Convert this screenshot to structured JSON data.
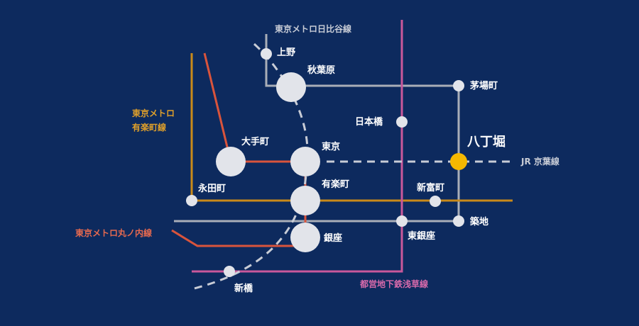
{
  "colors": {
    "background": "#0d2a5e",
    "hibiya": "#a9aeb8",
    "yurakucho": "#c98a19",
    "marunouchi": "#d9543c",
    "asakusa": "#c9589b",
    "jr": "#c8ccd6",
    "station": "#e2e4ea",
    "highlight": "#f5b800"
  },
  "lines": {
    "hibiya": "東京メトロ日比谷線",
    "yurakucho_1": "東京メトロ",
    "yurakucho_2": "有楽町線",
    "marunouchi": "東京メトロ丸ノ内線",
    "asakusa": "都営地下鉄浅草線",
    "keiyo": "JR 京葉線"
  },
  "stations": {
    "ueno": "上野",
    "akihabara": "秋葉原",
    "kayabacho": "茅場町",
    "nihonbashi": "日本橋",
    "hatchobori": "八丁堀",
    "otemachi": "大手町",
    "tokyo": "東京",
    "nagatacho": "永田町",
    "yurakucho": "有楽町",
    "shintomicho": "新富町",
    "tsukiji": "築地",
    "higashi_ginza": "東銀座",
    "ginza": "銀座",
    "shimbashi": "新橋"
  }
}
